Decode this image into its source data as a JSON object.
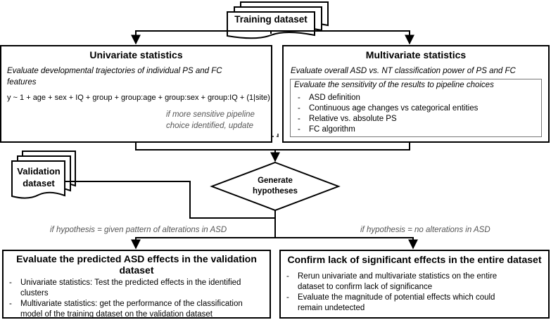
{
  "training": {
    "label": "Training dataset"
  },
  "univariate": {
    "title": "Univariate statistics",
    "desc_line1": "Evaluate developmental trajectories of individual PS and FC",
    "desc_line2": "features",
    "formula": "y ~ 1 + age + sex + IQ + group + group:age + group:sex + group:IQ + (1|site)"
  },
  "multivariate": {
    "title": "Multivariate statistics",
    "desc": "Evaluate overall ASD vs. NT classification power of PS and FC",
    "sensitivity": {
      "title": "Evaluate the sensitivity of the results to pipeline choices",
      "items": [
        "ASD definition",
        "Continuous age changes vs categorical entities",
        "Relative vs. absolute PS",
        "FC algorithm"
      ]
    }
  },
  "feedback": {
    "line1": "if more sensitive pipeline",
    "line2": "choice identified, update"
  },
  "validation": {
    "line1": "Validation",
    "line2": "dataset"
  },
  "hypotheses": {
    "line1": "Generate",
    "line2": "hypotheses"
  },
  "branches": {
    "left": "if hypothesis = given pattern of alterations in ASD",
    "right": "if hypothesis = no alterations in ASD"
  },
  "evaluate": {
    "title_line1": "Evaluate the predicted ASD effects in the validation",
    "title_line2": "dataset",
    "items": [
      {
        "line1": "Univariate statistics: Test the predicted effects in the identified",
        "line2": "clusters"
      },
      {
        "line1": "Multivariate statistics: get the performance of the classification",
        "line2": "model of the training dataset on the validation dataset"
      }
    ]
  },
  "confirm": {
    "title": "Confirm lack of significant effects in the entire dataset",
    "items": [
      {
        "line1": "Rerun univariate and multivariate statistics on the entire",
        "line2": "dataset to confirm lack of significance"
      },
      {
        "line1": "Evaluate the magnitude of potential effects which could",
        "line2": "remain undetected"
      }
    ]
  }
}
